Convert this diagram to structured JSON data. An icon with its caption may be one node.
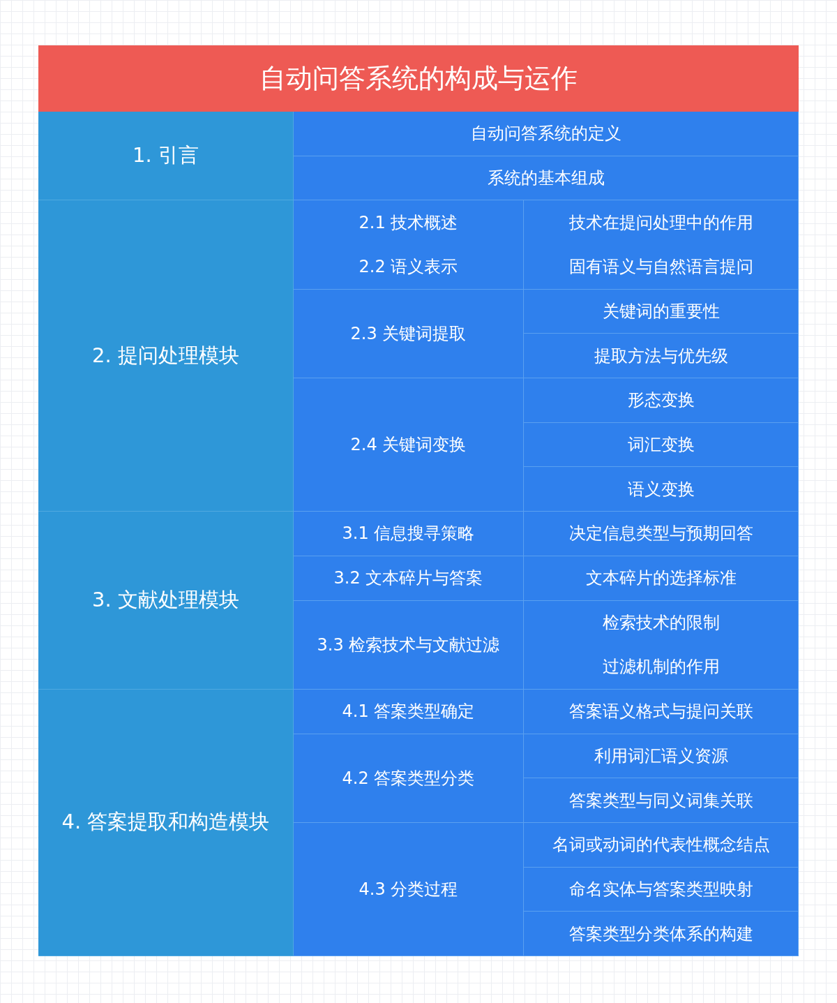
{
  "diagram": {
    "title": "自动问答系统的构成与运作",
    "nodes": [
      {
        "text": [
          "1. 引言"
        ]
      },
      {
        "text": [
          "自动问答系统的定义"
        ]
      },
      {
        "text": [
          "系统的基本组成"
        ]
      },
      {
        "text": [
          "2. 提问处理模块"
        ]
      },
      {
        "text": [
          "2.1 技术概述",
          "2.2 语义表示"
        ]
      },
      {
        "text": [
          "技术在提问处理中的作用",
          "固有语义与自然语言提问"
        ]
      },
      {
        "text": [
          "2.3 关键词提取"
        ]
      },
      {
        "text": [
          "关键词的重要性"
        ]
      },
      {
        "text": [
          "提取方法与优先级"
        ]
      },
      {
        "text": [
          "2.4 关键词变换"
        ]
      },
      {
        "text": [
          "形态变换"
        ]
      },
      {
        "text": [
          "词汇变换"
        ]
      },
      {
        "text": [
          "语义变换"
        ]
      },
      {
        "text": [
          "3. 文献处理模块"
        ]
      },
      {
        "text": [
          "3.1 信息搜寻策略"
        ]
      },
      {
        "text": [
          "决定信息类型与预期回答"
        ]
      },
      {
        "text": [
          "3.2 文本碎片与答案"
        ]
      },
      {
        "text": [
          "文本碎片的选择标准"
        ]
      },
      {
        "text": [
          "3.3 检索技术与文献过滤"
        ]
      },
      {
        "text": [
          "检索技术的限制",
          "过滤机制的作用"
        ]
      },
      {
        "text": [
          "4. 答案提取和构造模块"
        ]
      },
      {
        "text": [
          "4.1 答案类型确定"
        ]
      },
      {
        "text": [
          "答案语义格式与提问关联"
        ]
      },
      {
        "text": [
          "4.2 答案类型分类"
        ]
      },
      {
        "text": [
          "利用词汇语义资源"
        ]
      },
      {
        "text": [
          "答案类型与同义词集关联"
        ]
      },
      {
        "text": [
          "4.3 分类过程"
        ]
      },
      {
        "text": [
          "名词或动词的代表性概念结点"
        ]
      },
      {
        "text": [
          "命名实体与答案类型映射"
        ]
      },
      {
        "text": [
          "答案类型分类体系的构建"
        ]
      }
    ]
  }
}
